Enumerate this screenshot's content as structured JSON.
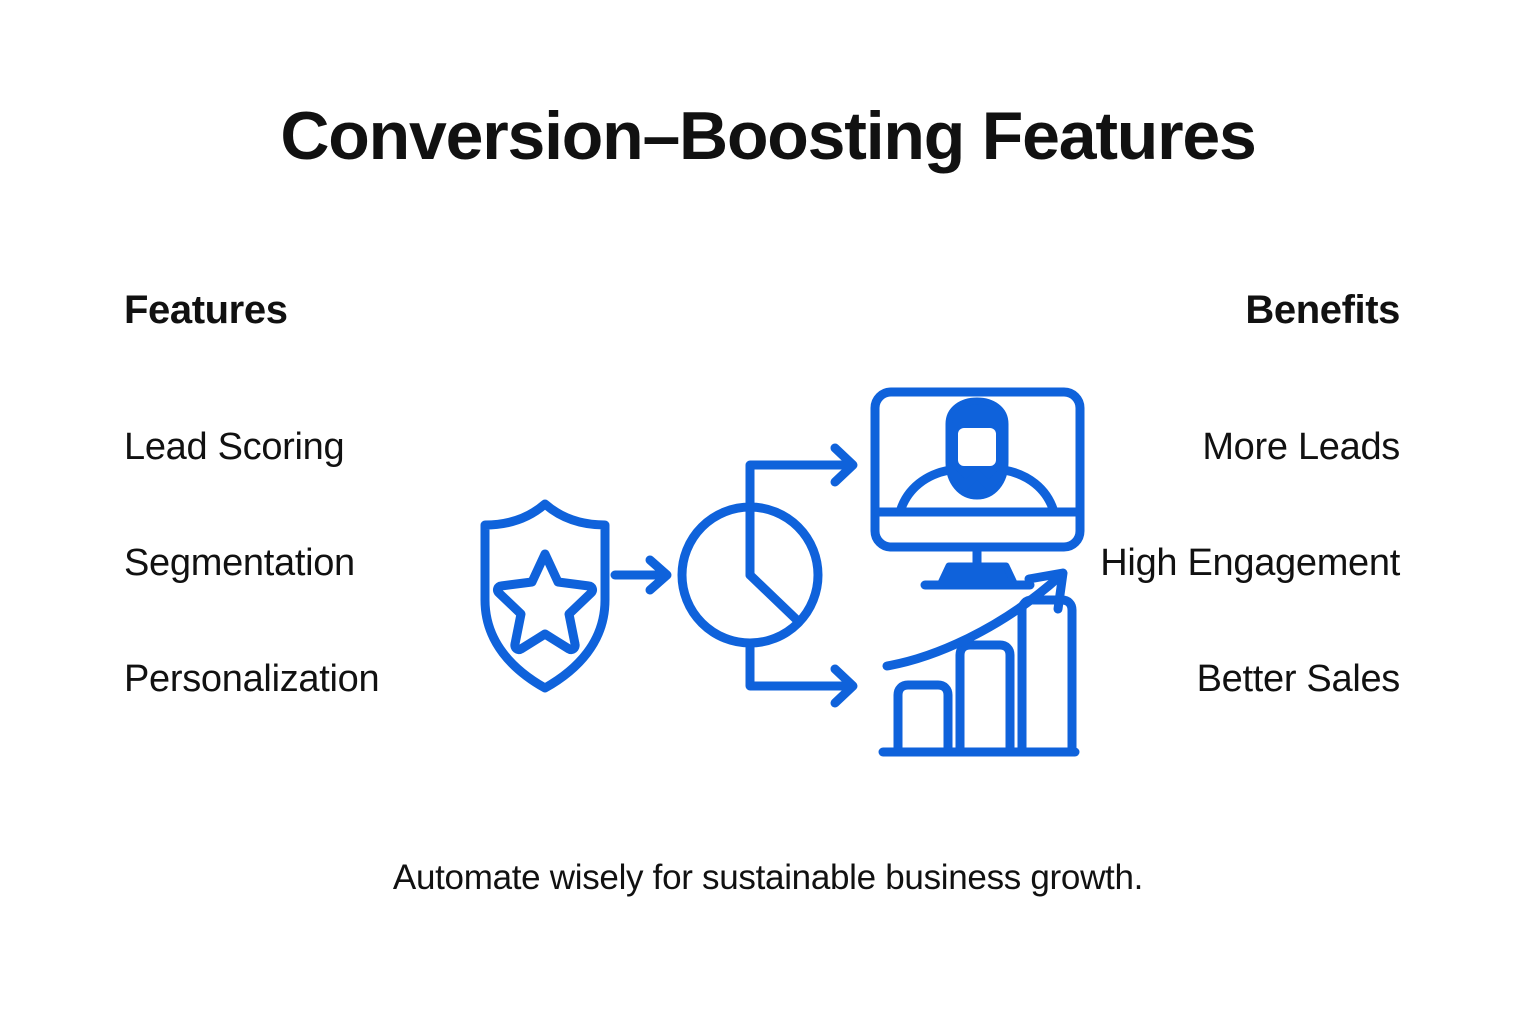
{
  "title": "Conversion–Boosting Features",
  "caption": "Automate wisely for sustainable business growth.",
  "colors": {
    "accent_blue": "#0F62DB",
    "text": "#111111",
    "background": "#FFFFFF"
  },
  "columns": {
    "features": {
      "header": "Features",
      "items": [
        {
          "label": "Lead Scoring"
        },
        {
          "label": "Segmentation"
        },
        {
          "label": "Personalization"
        }
      ]
    },
    "benefits": {
      "header": "Benefits",
      "items": [
        {
          "label": "More Leads"
        },
        {
          "label": "High Engagement"
        },
        {
          "label": "Better Sales"
        }
      ]
    }
  },
  "diagram": {
    "nodes": [
      {
        "id": "shield-star",
        "icon": "shield-star-icon",
        "role": "input-source"
      },
      {
        "id": "pie-chart",
        "icon": "pie-chart-icon",
        "role": "processing"
      },
      {
        "id": "monitor-person",
        "icon": "monitor-person-icon",
        "role": "output-leads"
      },
      {
        "id": "bar-chart-growth",
        "icon": "bar-chart-growth-icon",
        "role": "output-sales"
      }
    ],
    "connectors": [
      {
        "from": "shield-star",
        "to": "pie-chart",
        "style": "straight-arrow"
      },
      {
        "from": "pie-chart",
        "to": "monitor-person",
        "style": "elbow-up-arrow"
      },
      {
        "from": "pie-chart",
        "to": "bar-chart-growth",
        "style": "elbow-down-arrow"
      }
    ]
  }
}
